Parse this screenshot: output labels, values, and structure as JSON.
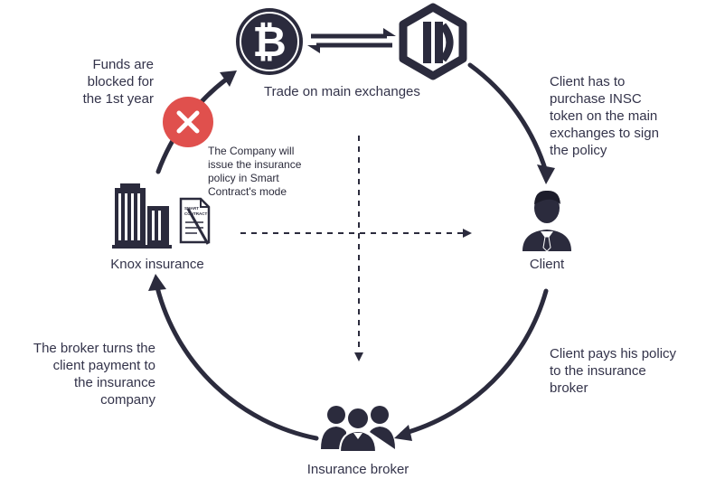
{
  "nodes": {
    "exchanges": {
      "label": "Trade on main exchanges"
    },
    "client": {
      "label": "Client"
    },
    "broker": {
      "label": "Insurance broker"
    },
    "knox": {
      "label": "Knox insurance"
    }
  },
  "notes": {
    "funds_blocked": [
      "Funds are",
      "blocked for",
      "the 1st year"
    ],
    "client_purchase": [
      "Client has to",
      "purchase INSC",
      "token on the main",
      "exchanges to sign",
      "the policy"
    ],
    "client_pays": [
      "Client pays his policy",
      "to the insurance",
      "broker"
    ],
    "broker_turns": [
      "The broker turns the",
      "client payment to",
      "the insurance",
      "company"
    ],
    "company_issue": [
      "The Company will",
      "issue the insurance",
      "policy in Smart",
      "Contract's mode"
    ]
  },
  "document_stamp": [
    "SMART",
    "CONTRACT"
  ],
  "icons": {
    "bitcoin": "bitcoin-icon",
    "exchange_logo": "exchange-logo-icon",
    "blocked": "blocked-x-icon",
    "building": "building-icon",
    "contract": "smart-contract-document-icon",
    "client": "client-person-icon",
    "broker": "broker-group-icon"
  },
  "colors": {
    "dark": "#2b2b3d",
    "red": "#e0504d",
    "text": "#33334a"
  }
}
